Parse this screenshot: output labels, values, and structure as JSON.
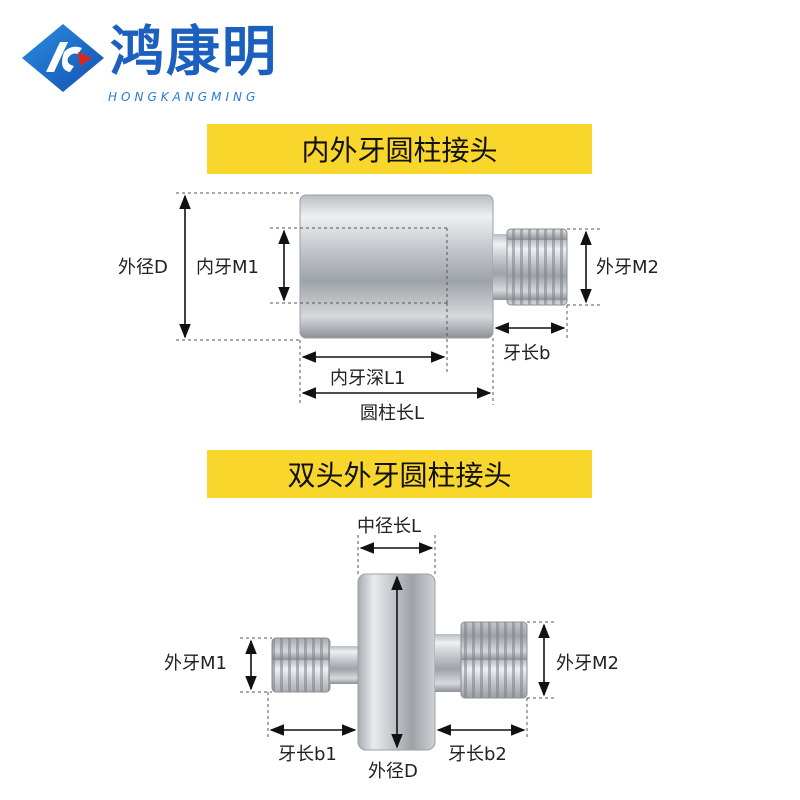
{
  "brand": {
    "name": "鸿康明",
    "pinyin": "HONGKANGMING"
  },
  "section1": {
    "title": "内外牙圆柱接头",
    "labels": {
      "outer_diameter": "外径D",
      "inner_thread": "内牙M1",
      "outer_thread": "外牙M2",
      "thread_length": "牙长b",
      "inner_depth": "内牙深L1",
      "cylinder_length": "圆柱长L"
    }
  },
  "section2": {
    "title": "双头外牙圆柱接头",
    "labels": {
      "middle_length": "中径长L",
      "thread_m1": "外牙M1",
      "thread_m2": "外牙M2",
      "thread_length_b1": "牙长b1",
      "thread_length_b2": "牙长b2",
      "outer_diameter": "外径D"
    }
  },
  "colors": {
    "banner": "#f8d62c",
    "brand_blue": "#1b5fbf",
    "brand_red": "#e2231a",
    "dimension_line": "#111111"
  }
}
